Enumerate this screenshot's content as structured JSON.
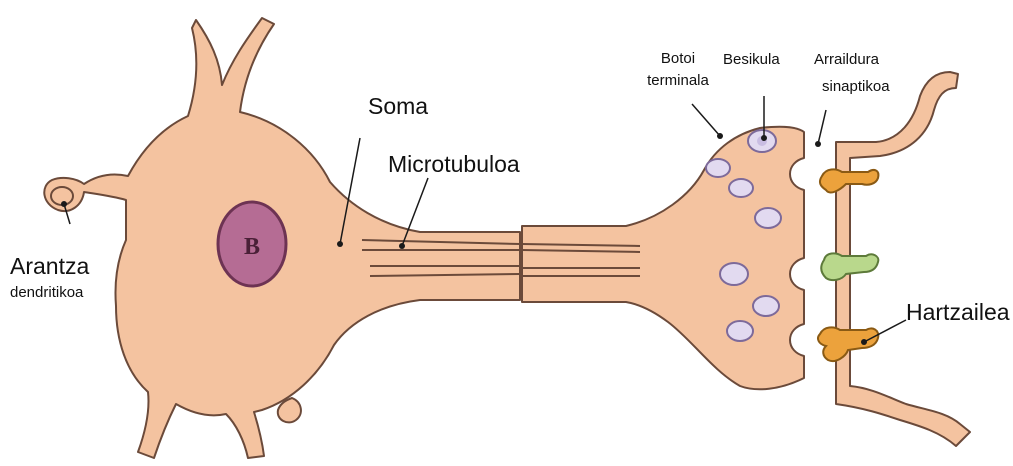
{
  "labels": {
    "soma": "Soma",
    "microtubuloa": "Microtubuloa",
    "arantza_line1": "Arantza",
    "arantza_line2": "dendritikoa",
    "botoi_line1": "Botoi",
    "botoi_line2": "terminala",
    "besikula": "Besikula",
    "arraildura_line1": "Arraildura",
    "arraildura_line2": "sinaptikoa",
    "hartzailea": "Hartzailea",
    "nucleus_letter": "B"
  },
  "colors": {
    "cell_fill": "#f4c3a0",
    "cell_stroke": "#6b4a3a",
    "nucleus_fill": "#b56c94",
    "nucleus_stroke": "#6d3353",
    "vesicle_fill": "#e2daf0",
    "vesicle_stroke": "#7d6a9a",
    "receptor_orange": "#eca23c",
    "receptor_green": "#b9d88c",
    "leader_line": "#1a1a1a"
  }
}
